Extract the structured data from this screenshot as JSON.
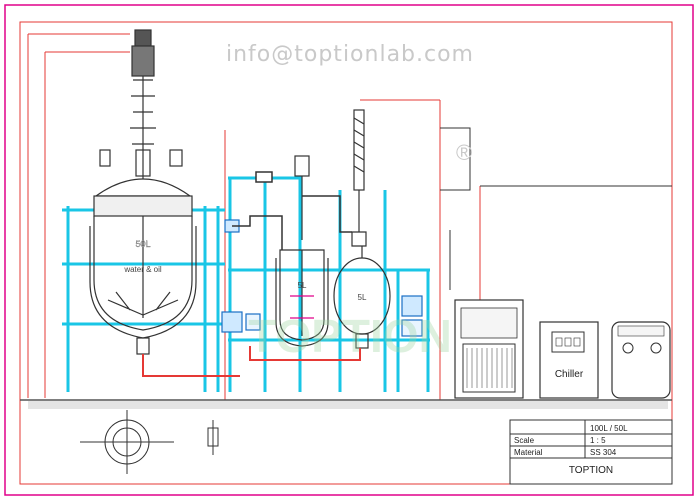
{
  "watermark": {
    "email": "info@toptionlab.com",
    "logo_text": "TOPTION",
    "registered_mark": "®"
  },
  "colors": {
    "frame": "#e0008a",
    "dimension": "#e53935",
    "pipe_cyan": "#19c6e6",
    "equipment": "#333333",
    "ground": "#555555"
  },
  "labels": {
    "chiller": "Chiller",
    "main_vessel_volume": "50L",
    "main_vessel_note": "water & oil",
    "receiver_volume": "5L",
    "receiver_volume_b": "5L"
  },
  "title_block": {
    "rows": [
      {
        "label": "",
        "value": "100L / 50L"
      },
      {
        "label": "Scale",
        "value": "1 : 5"
      },
      {
        "label": "Material",
        "value": "SS 304"
      }
    ],
    "company": "TOPTION"
  }
}
